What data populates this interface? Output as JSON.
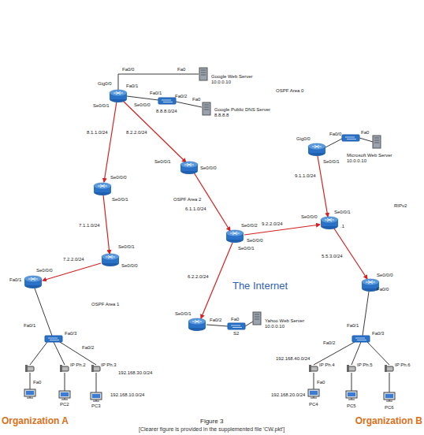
{
  "diagram": {
    "caption": "Figure 3",
    "nodes": [
      {
        "text": [
          "The Internet"
        ]
      },
      {
        "text": [
          "OSPF Area 0"
        ],
        "in": 0
      },
      {
        "text": [
          "Google Web Server",
          "10.0.0.10"
        ],
        "in": 1
      },
      {
        "text": [
          "Google Public DNS Server",
          "8.8.8.8"
        ],
        "in": 1
      },
      {
        "text": [
          "OSPF Area 1"
        ],
        "in": 0
      },
      {
        "text": [
          "OSPF Area 2"
        ],
        "in": 0
      },
      {
        "text": [
          "RIPv2"
        ],
        "in": 0
      },
      {
        "text": [
          "Microsoft Web Server",
          "10.0.0.10"
        ],
        "in": 6
      },
      {
        "text": [
          "Yahoo Web Server",
          "10.0.0.10"
        ],
        "in": 0
      }
    ],
    "labels": [
      "Fa0/0",
      "Fa0",
      "Gig0/0",
      "Fa0/1",
      "Se0/0/1",
      "Se0/0/0",
      "Fa0/1",
      "Fa0/2",
      "Fa0",
      "8.8.8.0/24",
      "8.1.1.0/24",
      "8.2.2.0/24",
      "Se0/0/0",
      "Se0/0/1",
      "7.1.1.0/24",
      "Se0/0/1",
      "Se0/0/0",
      "7.2.2.0/24",
      "Se0/0/1",
      "Se0/0/0",
      "6.1.1.0/24",
      "Se0/0/2",
      "Se0/0/0",
      "Se0/0/1",
      "9.2.2.0/24",
      "6.2.2.0/24",
      "Se0/0/1",
      "Fa0/2",
      "Fa0",
      "S2",
      "Gig0/0",
      "Fa0/0",
      "Fa0",
      "9.1.1.0/24",
      "Se0/0/1",
      "Se0/0/0",
      "Se0/0/1",
      ".1",
      "5.5.3.0/24",
      "Se0/0/0",
      "Fa0/0",
      "Se0/0/0",
      "Fa0/1",
      "Fa0/1",
      "Fa0/3",
      "Fa0/2",
      "IP Ph.2",
      "IP Ph.3",
      "192.168.30.0/24",
      "Fa0",
      "PC2",
      "PC3",
      "192.168.10.0/24",
      "Fa0/1",
      "Fa0/3",
      "Fa0/2",
      "192.168.40.0/24",
      "IP Ph.4",
      "IP Ph.5",
      "IP Ph.6",
      "Fa0",
      "PC4",
      "PC5",
      "PC6",
      "192.168.20.0/24",
      "Organization A",
      "Organization B",
      "[Clearer figure is provided in the supplemented file 'CW.pkt']"
    ]
  }
}
